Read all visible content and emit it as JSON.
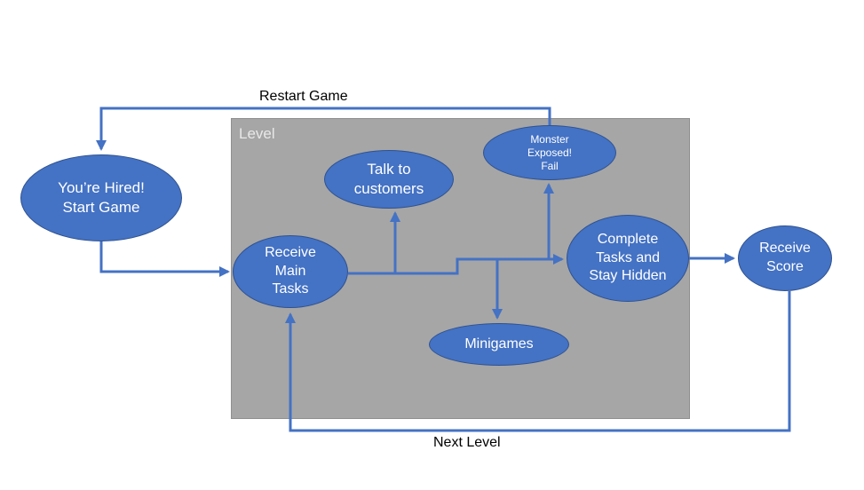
{
  "theme": {
    "background": "#ffffff",
    "accent_blue": "#4472C4",
    "node_fill": "#4472C4",
    "node_border": "#2F528F",
    "node_text": "#ffffff",
    "container_fill": "#A6A6A6",
    "container_border": "#8f8f8f",
    "container_label_color": "#E8E8E8",
    "edge_label_color": "#000000"
  },
  "container": {
    "label": "Level"
  },
  "nodes": {
    "hired": {
      "label": "You’re Hired! Start Game"
    },
    "receive_main": {
      "label": "Receive Main Tasks"
    },
    "talk": {
      "label": "Talk to customers"
    },
    "monster": {
      "label": "Monster Exposed! Fail"
    },
    "complete": {
      "label": "Complete Tasks and Stay Hidden"
    },
    "minigames": {
      "label": "Minigames"
    },
    "score": {
      "label": "Receive Score"
    }
  },
  "edge_labels": {
    "restart": "Restart Game",
    "next_level": "Next Level"
  }
}
